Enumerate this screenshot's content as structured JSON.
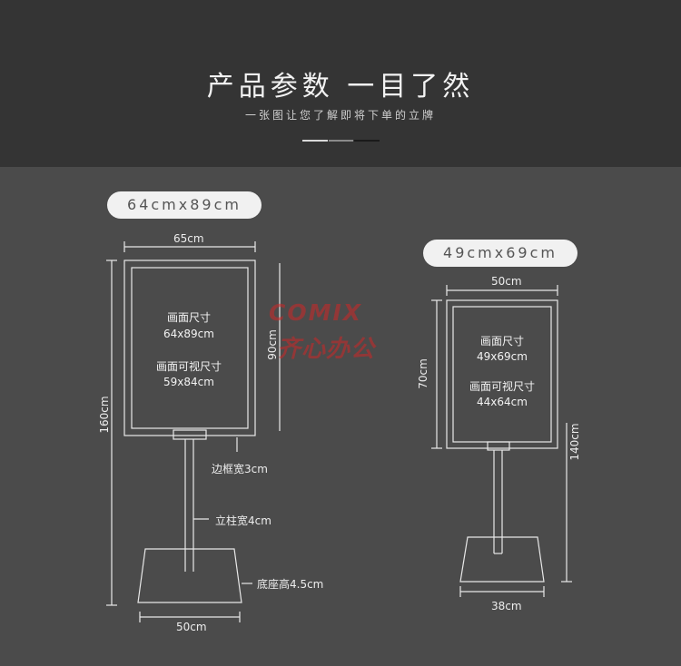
{
  "header": {
    "title": "产品参数 一目了然",
    "subtitle": "一张图让您了解即将下单的立牌"
  },
  "stand_large": {
    "badge": "64cmx89cm",
    "frame_width": "65cm",
    "frame_height": "90cm",
    "total_height": "160cm",
    "size_label": "画面尺寸",
    "size_value": "64x89cm",
    "visible_label": "画面可视尺寸",
    "visible_value": "59x84cm",
    "frame_border": "边框宽3cm",
    "pole_width": "立柱宽4cm",
    "base_height": "底座高4.5cm",
    "base_width": "50cm"
  },
  "stand_small": {
    "badge": "49cmx69cm",
    "frame_width": "50cm",
    "frame_height": "70cm",
    "total_height": "140cm",
    "size_label": "画面尺寸",
    "size_value": "49x69cm",
    "visible_label": "画面可视尺寸",
    "visible_value": "44x64cm",
    "base_width": "38cm"
  },
  "watermark": {
    "brand_en": "COMIX",
    "brand_cn": "齐心办公"
  },
  "colors": {
    "header_bg": "#343434",
    "body_bg": "#4b4b4b",
    "line": "#e8e8e8",
    "brand": "#cd2828"
  }
}
